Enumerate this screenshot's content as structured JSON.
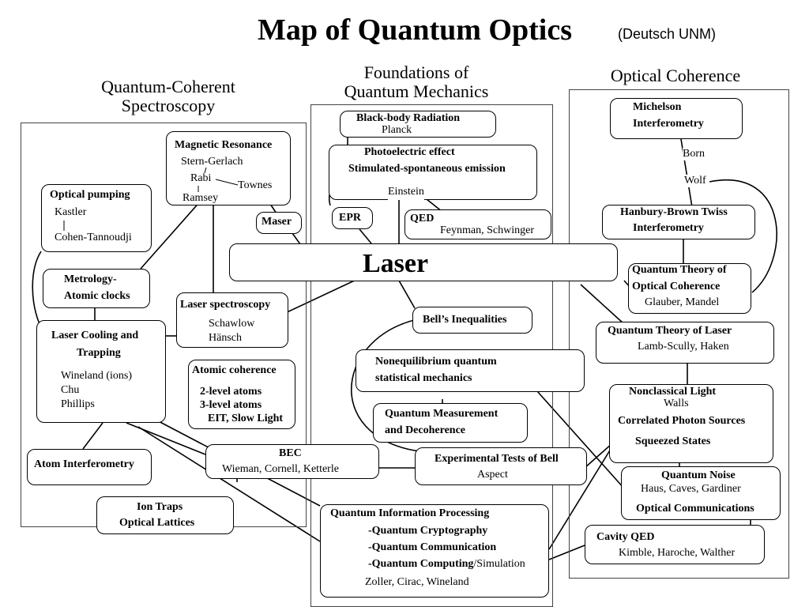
{
  "title": "Map of Quantum Optics",
  "credit": "(Deutsch UNM)",
  "columns": {
    "left": [
      "Quantum-Coherent",
      "Spectroscopy"
    ],
    "middle": [
      "Foundations of",
      "Quantum Mechanics"
    ],
    "right": "Optical Coherence"
  },
  "nodes": {
    "blackbody": {
      "title": "Black-body Radiation",
      "people": "Planck"
    },
    "photoelectric": {
      "title": "Photoelectric effect",
      "sub": "Stimulated-spontaneous emission",
      "people": "Einstein"
    },
    "epr": {
      "title": "EPR"
    },
    "qed": {
      "title": "QED",
      "people": "Feynman, Schwinger"
    },
    "maser": {
      "title": "Maser"
    },
    "magres": {
      "title": "Magnetic Resonance",
      "p1": "Stern-Gerlach",
      "p2": "Rabi",
      "p3": "Townes",
      "p4": "Ramsey"
    },
    "optpump": {
      "title": "Optical pumping",
      "p1": "Kastler",
      "p2": "Cohen-Tannoudji"
    },
    "laser": {
      "title": "Laser"
    },
    "metrology": {
      "line1": "Metrology-",
      "line2": "Atomic clocks"
    },
    "laserspec": {
      "title": "Laser spectroscopy",
      "p1": "Schawlow",
      "p2": "Hänsch"
    },
    "cooling": {
      "line1": "Laser Cooling and",
      "line2": "Trapping",
      "p1": "Wineland (ions)",
      "p2": "Chu",
      "p3": "Phillips"
    },
    "atomcoh": {
      "title": "Atomic  coherence",
      "l1": "2-level atoms",
      "l2": "3-level atoms",
      "l3": "EIT, Slow Light"
    },
    "atominterf": {
      "title": "Atom Interferometry"
    },
    "bec": {
      "title": "BEC",
      "people": "Wieman, Cornell, Ketterle"
    },
    "iontraps": {
      "line1": "Ion Traps",
      "line2": "Optical Lattices"
    },
    "bell": {
      "title": "Bell’s Inequalities"
    },
    "noneq": {
      "line1": "Nonequilibrium quantum",
      "line2": "statistical mechanics"
    },
    "qmeas": {
      "line1": "Quantum Measurement",
      "line2": "and Decoherence"
    },
    "exptbell": {
      "title": "Experimental Tests of Bell",
      "people": "Aspect"
    },
    "qip": {
      "title": "Quantum Information Processing",
      "l1": "-Quantum Cryptography",
      "l2": "-Quantum Communication",
      "l3": "-Quantum Computing",
      "l3b": "/Simulation",
      "people": "Zoller, Cirac, Wineland"
    },
    "michelson": {
      "line1": "Michelson",
      "line2": "Interferometry"
    },
    "bornwolf": {
      "p1": "Born",
      "p2": "Wolf"
    },
    "hbt": {
      "line1": "Hanbury-Brown Twiss",
      "line2": "Interferometry"
    },
    "qtoc": {
      "line1": "Quantum Theory of",
      "line2": "Optical Coherence",
      "people": "Glauber, Mandel"
    },
    "qtl": {
      "title": "Quantum  Theory of Laser",
      "people": "Lamb-Scully,  Haken"
    },
    "nonclassical": {
      "title": "Nonclassical Light",
      "p1": "Walls",
      "l1": "Correlated Photon Sources",
      "l2": "Squeezed States"
    },
    "qnoise": {
      "title": "Quantum Noise",
      "people": "Haus,  Caves, Gardiner",
      "l1": "Optical  Communications"
    },
    "cavity": {
      "title": "Cavity QED",
      "people": "Kimble, Haroche, Walther"
    }
  }
}
